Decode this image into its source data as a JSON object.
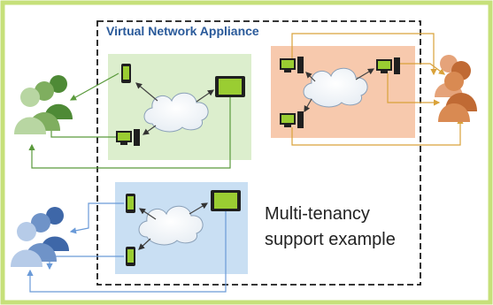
{
  "appliance": {
    "title": "Virtual Network Appliance",
    "caption_line1": "Multi-tenancy",
    "caption_line2": "support example"
  },
  "colors": {
    "outer_border": "#c6e07a",
    "appliance_border": "#1a1a1a",
    "tenant_green_bg": "#dceecd",
    "tenant_orange_bg": "#f7c9ad",
    "tenant_blue_bg": "#c9dff3",
    "green_arrow": "#5a9a3c",
    "orange_arrow": "#d9a23a",
    "blue_arrow": "#6a9ad8",
    "device_screen": "#9acd32",
    "user_green": "#7fae5f",
    "user_orange": "#d98a52",
    "user_blue": "#6f93c8"
  },
  "tenants": [
    {
      "name": "green-tenant",
      "devices": [
        "smartphone-icon",
        "tablet-icon",
        "desktop-computer-icon"
      ]
    },
    {
      "name": "orange-tenant",
      "devices": [
        "desktop-computer-icon",
        "desktop-computer-icon",
        "desktop-computer-icon"
      ]
    },
    {
      "name": "blue-tenant",
      "devices": [
        "smartphone-icon",
        "tablet-icon",
        "smartphone-icon"
      ]
    }
  ]
}
